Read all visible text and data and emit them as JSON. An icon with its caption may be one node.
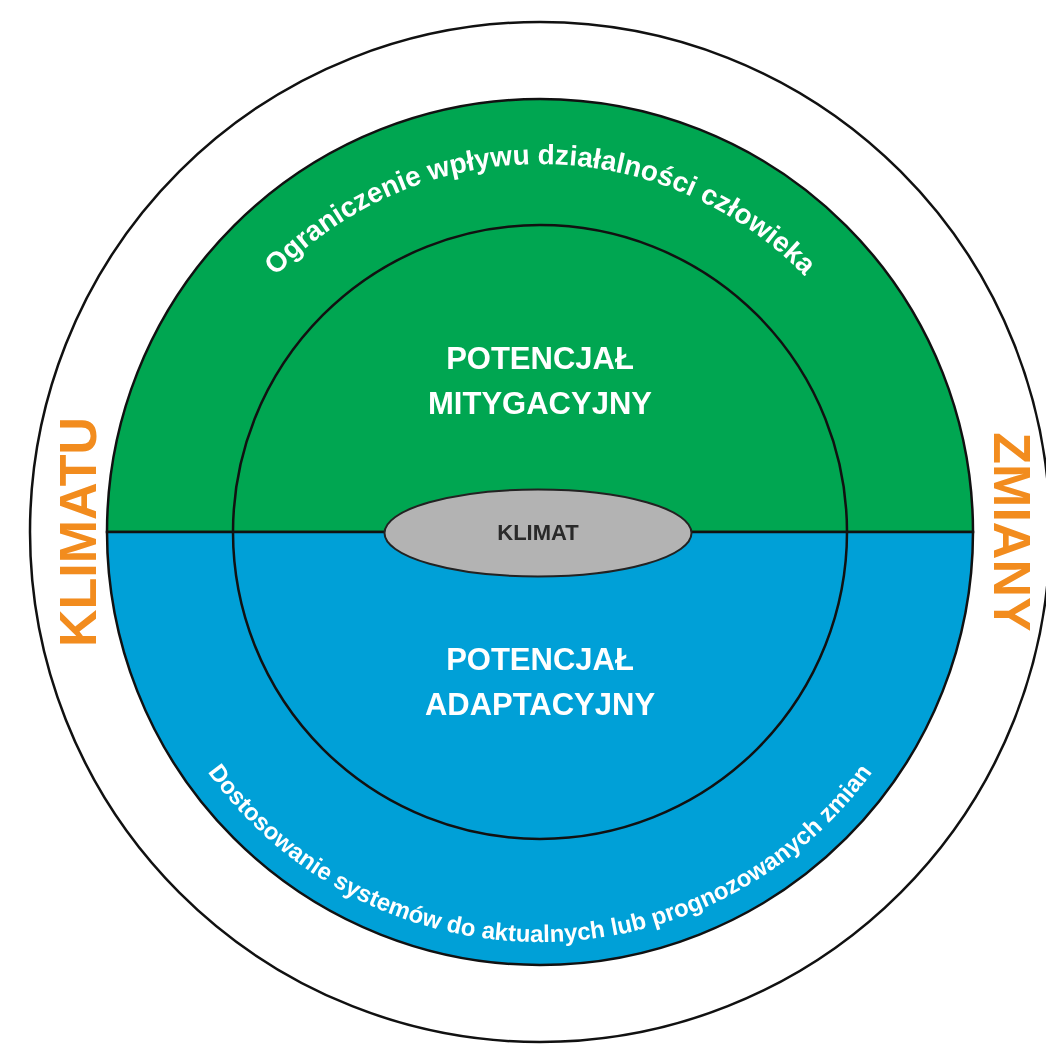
{
  "diagram": {
    "nodes": [
      {
        "text": [
          "ZMIANY",
          "KLIMATU"
        ]
      },
      {
        "text": [
          "Ograniczenie wpływu działalności człowieka"
        ],
        "in": 0
      },
      {
        "text": [
          "POTENCJAŁ MITYGACYJNY"
        ],
        "in": 1
      },
      {
        "text": [
          "Dostosowanie systemów do aktualnych lub prognozowanych zmian"
        ],
        "in": 0
      },
      {
        "text": [
          "POTENCJAŁ ADAPTACYJNY"
        ],
        "in": 3
      },
      {
        "text": [
          "KLIMAT"
        ],
        "in": 0
      }
    ]
  }
}
